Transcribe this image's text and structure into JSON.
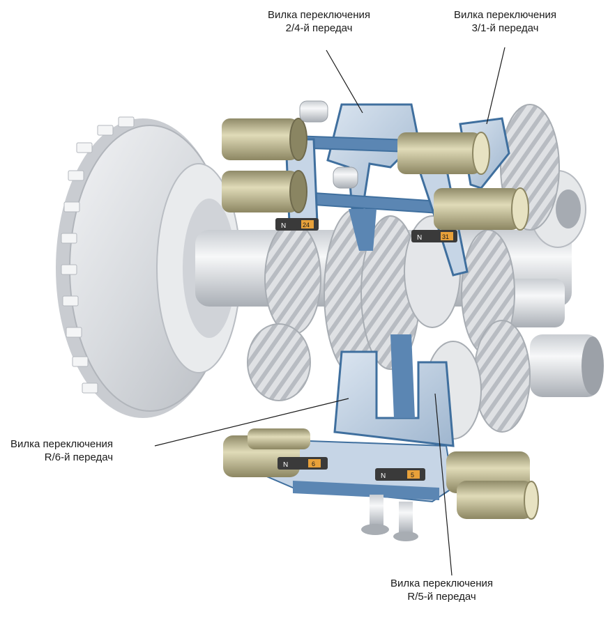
{
  "labels": {
    "fork_24": {
      "line1": "Вилка переключения",
      "line2": "2/4-й передач"
    },
    "fork_31": {
      "line1": "Вилка переключения",
      "line2": "3/1-й передач"
    },
    "fork_r6": {
      "line1": "Вилка переключения",
      "line2": "R/6-й передач"
    },
    "fork_r5": {
      "line1": "Вилка переключения",
      "line2": "R/5-й передач"
    }
  },
  "badges": {
    "neutral": "N",
    "g31": "31",
    "g24": "24",
    "g6": "6",
    "g5": "5"
  },
  "colors": {
    "fork_blue": "#3f6f9e",
    "fork_light": "#c6d5e6",
    "gear_grey": "#dcdee1",
    "piston_olive": "#c4bd93",
    "sensor_orange": "#e8a13a"
  }
}
